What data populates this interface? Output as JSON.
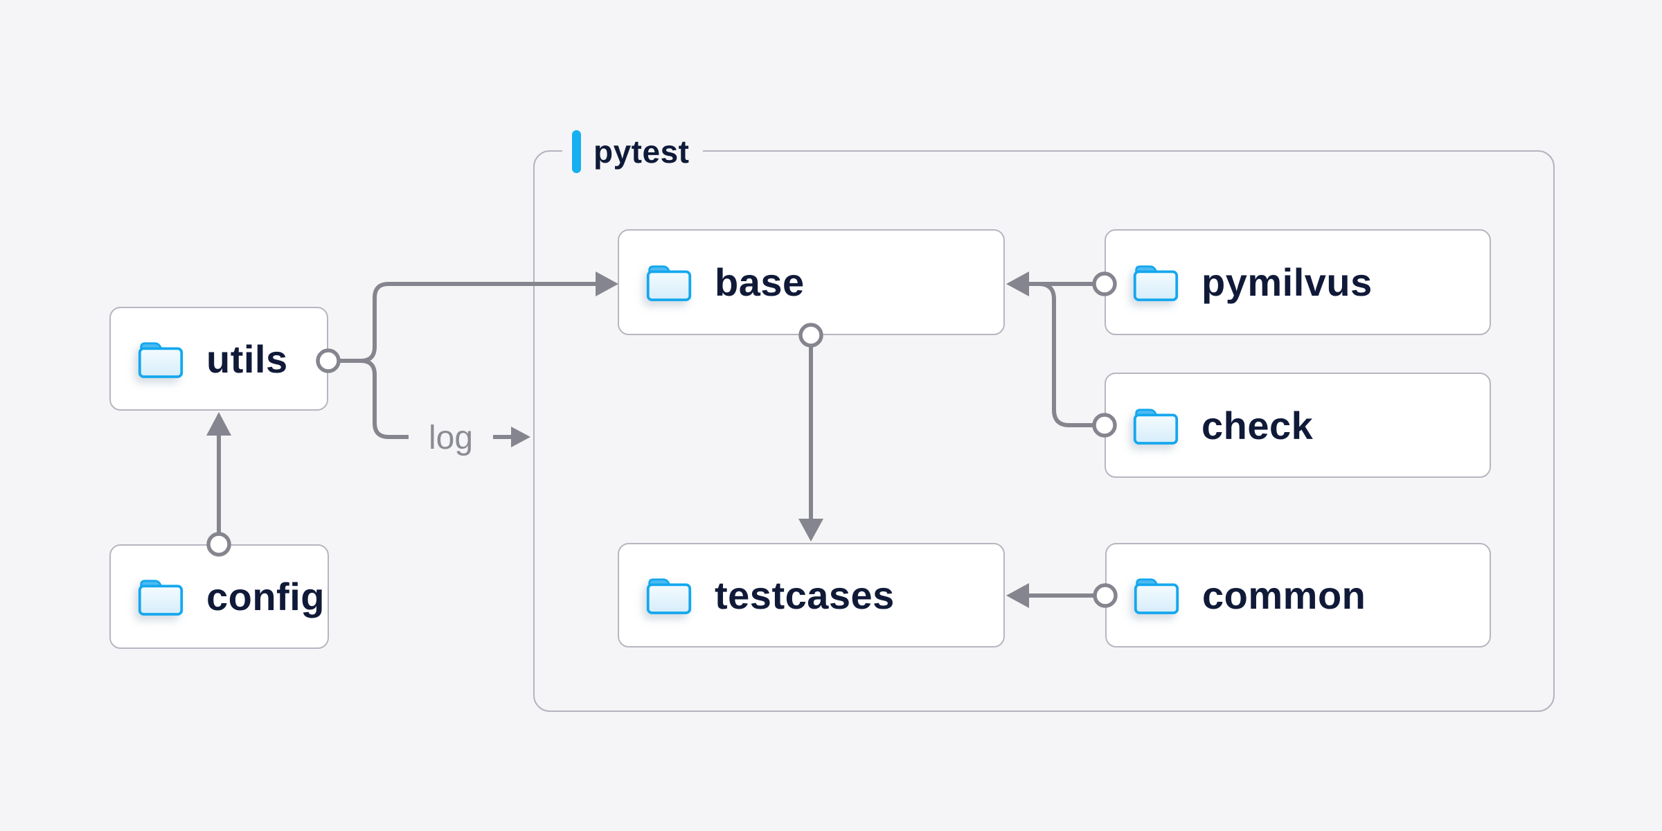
{
  "diagram": {
    "group": {
      "title": "pytest"
    },
    "nodes": [
      {
        "id": "utils",
        "label": "utils",
        "icon": "folder-icon",
        "group": null
      },
      {
        "id": "config",
        "label": "config",
        "icon": "folder-icon",
        "group": null
      },
      {
        "id": "base",
        "label": "base",
        "icon": "folder-icon",
        "group": "pytest"
      },
      {
        "id": "pymilvus",
        "label": "pymilvus",
        "icon": "folder-icon",
        "group": "pytest"
      },
      {
        "id": "check",
        "label": "check",
        "icon": "folder-icon",
        "group": "pytest"
      },
      {
        "id": "testcases",
        "label": "testcases",
        "icon": "folder-icon",
        "group": "pytest"
      },
      {
        "id": "common",
        "label": "common",
        "icon": "folder-icon",
        "group": "pytest"
      }
    ],
    "edges": [
      {
        "from": "config",
        "to": "utils",
        "label": ""
      },
      {
        "from": "utils",
        "to": "base",
        "label": ""
      },
      {
        "from": "utils",
        "to": "pytest",
        "label": "log"
      },
      {
        "from": "pymilvus",
        "to": "base",
        "label": ""
      },
      {
        "from": "check",
        "to": "base",
        "label": ""
      },
      {
        "from": "base",
        "to": "testcases",
        "label": ""
      },
      {
        "from": "common",
        "to": "testcases",
        "label": ""
      }
    ],
    "edge_label": "log",
    "colors": {
      "background": "#f5f5f7",
      "node_fill": "#ffffff",
      "node_border": "#b6b6c1",
      "group_border": "#b3b3bf",
      "connector": "#85858f",
      "node_text": "#101a38",
      "edge_label_text": "#8b8b95",
      "accent_bar": "#16b0f0",
      "folder_stroke": "#14a7ee",
      "folder_tab": "#4cbbf2",
      "folder_fill_light": "#f4fbff",
      "folder_fill_dark": "#d6edfa"
    }
  }
}
